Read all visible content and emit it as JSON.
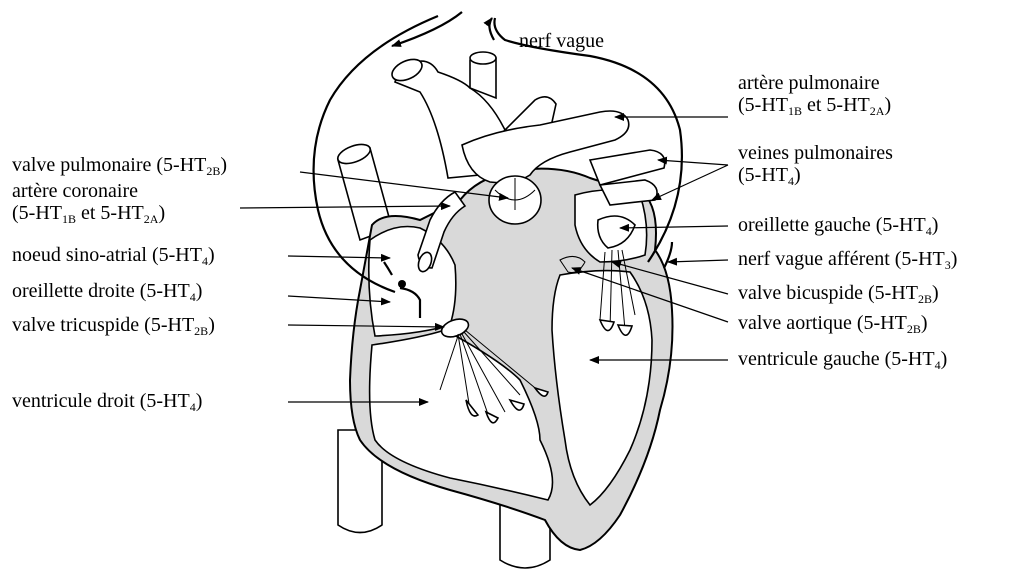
{
  "labels": {
    "nerf_vague": "nerf vague",
    "artere_pulmonaire": {
      "line1": "artère pulmonaire",
      "pre": "(5-HT",
      "sub1": "1B",
      "mid": " et 5-HT",
      "sub2": "2A",
      "post": ")"
    },
    "veines_pulmonaires": {
      "line1": "veines pulmonaires",
      "pre": "(5-HT",
      "sub": "4",
      "post": ")"
    },
    "valve_pulmonaire": {
      "pre": "valve pulmonaire (5-HT",
      "sub": "2B",
      "post": ")"
    },
    "artere_coronaire": {
      "line1": "artère coronaire",
      "pre": "(5-HT",
      "sub1": "1B",
      "mid": " et 5-HT",
      "sub2": "2A",
      "post": ")"
    },
    "noeud_sino_atrial": {
      "pre": "noeud sino-atrial (5-HT",
      "sub": "4",
      "post": ")"
    },
    "oreillette_droite": {
      "pre": "oreillette droite (5-HT",
      "sub": "4",
      "post": ")"
    },
    "valve_tricuspide": {
      "pre": "valve tricuspide (5-HT",
      "sub": "2B",
      "post": ")"
    },
    "ventricule_droit": {
      "pre": "ventricule droit (5-HT",
      "sub": "4",
      "post": ")"
    },
    "oreillette_gauche": {
      "pre": "oreillette gauche (5-HT",
      "sub": "4",
      "post": ")"
    },
    "nerf_vague_afferent": {
      "pre": "nerf vague afférent (5-HT",
      "sub": "3",
      "post": ")"
    },
    "valve_bicuspide": {
      "pre": "valve bicuspide (5-HT",
      "sub": "2B",
      "post": ")"
    },
    "valve_aortique": {
      "pre": "valve aortique (5-HT",
      "sub": "2B",
      "post": ")"
    },
    "ventricule_gauche": {
      "pre": "ventricule gauche (5-HT",
      "sub": "4",
      "post": ")"
    }
  }
}
